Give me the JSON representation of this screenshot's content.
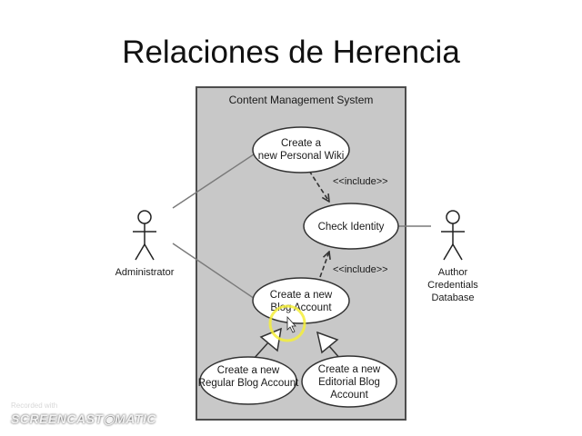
{
  "slide": {
    "title": "Relaciones de Herencia"
  },
  "diagram": {
    "system_name": "Content Management System",
    "actors": {
      "administrator": "Administrator",
      "database": [
        "Author",
        "Credentials",
        "Database"
      ]
    },
    "use_cases": {
      "personal_wiki": [
        "Create a",
        "new Personal Wiki"
      ],
      "check_identity": [
        "Check Identity"
      ],
      "blog_account": [
        "Create a new",
        "Blog Account"
      ],
      "regular_blog": [
        "Create a new",
        "Regular Blog Account"
      ],
      "editorial_blog": [
        "Create a new",
        "Editorial Blog",
        "Account"
      ]
    },
    "include_labels": {
      "top": "<<include>>",
      "bottom": "<<include>>"
    }
  },
  "watermark": {
    "recorded_with": "Recorded with",
    "brand": "SCREENCAST◉MATIC"
  },
  "colors": {
    "system_fill": "#c8c8c8",
    "line": "#7a7a7a",
    "cursor_highlight": "#f4ef3a"
  }
}
